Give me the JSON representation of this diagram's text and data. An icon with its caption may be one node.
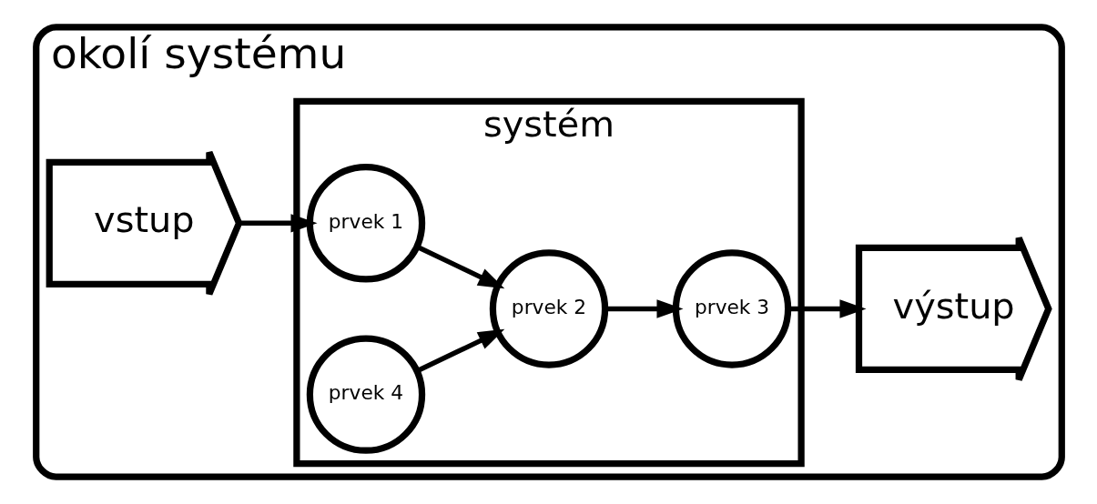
{
  "diagram": {
    "nodes": [
      {
        "text": [
          "okolí systému"
        ]
      },
      {
        "text": [
          "systém"
        ],
        "in": 0
      },
      {
        "text": [
          "vstup"
        ],
        "in": 0
      },
      {
        "text": [
          "prvek 1"
        ],
        "in": 1
      },
      {
        "text": [
          "prvek 3"
        ],
        "in": 1
      },
      {
        "text": [
          "prvek 2"
        ],
        "in": 1
      },
      {
        "text": [
          "prvek 4"
        ],
        "in": 1
      },
      {
        "text": [
          "výstup"
        ],
        "in": 0
      }
    ],
    "edges": [
      {
        "from": 2,
        "to": 3,
        "arrow": "to"
      },
      {
        "from": 3,
        "to": 5,
        "arrow": "to"
      },
      {
        "from": 6,
        "to": 5,
        "arrow": "to"
      },
      {
        "from": 5,
        "to": 4,
        "arrow": "to"
      },
      {
        "from": 4,
        "to": 7,
        "arrow": "to"
      }
    ]
  }
}
